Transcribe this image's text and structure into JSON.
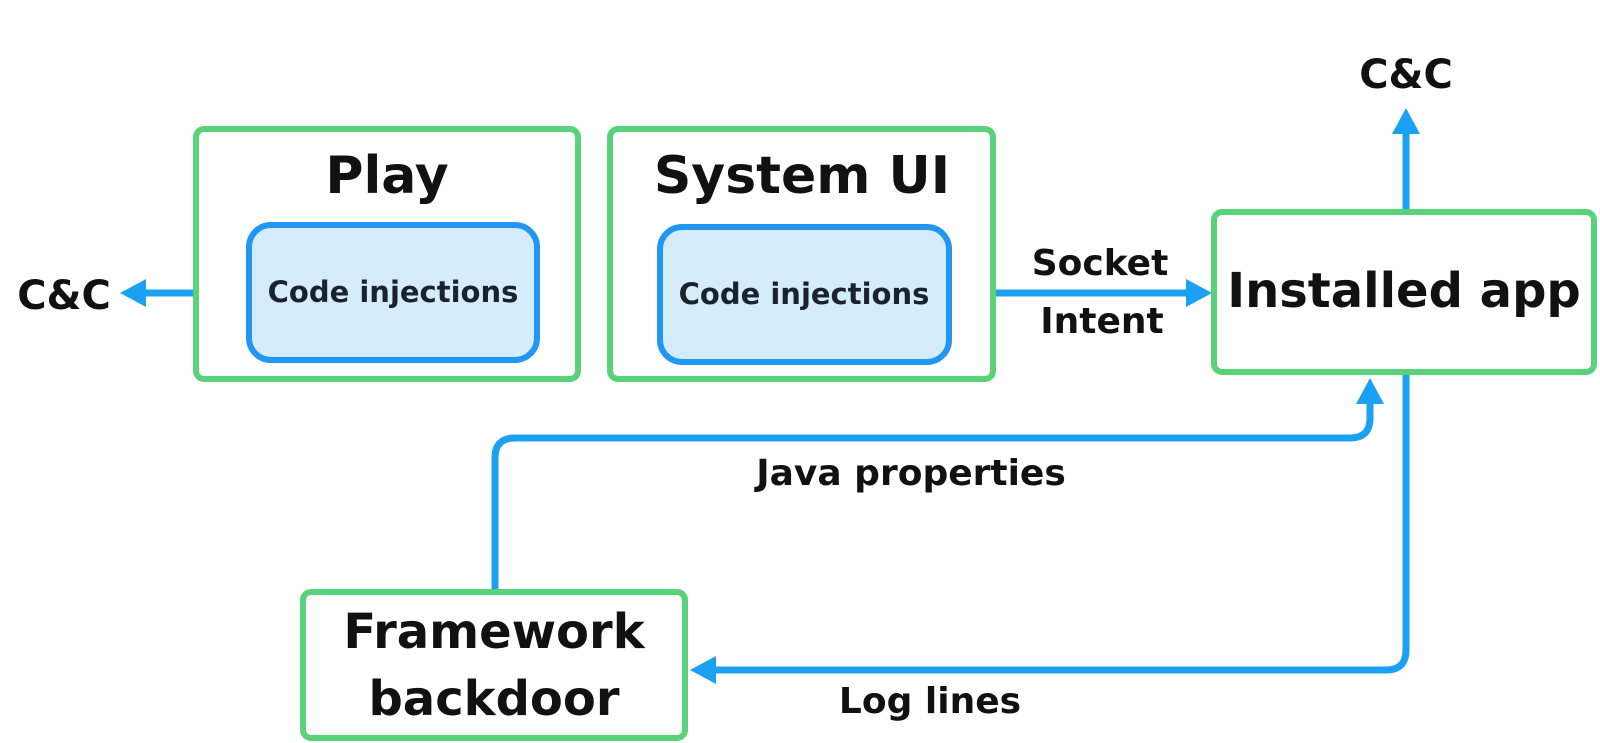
{
  "colors": {
    "box_border": "#5ad27a",
    "inner_fill": "#d4ecfb",
    "inner_border": "#2196f3",
    "arrow": "#1ba0f2",
    "text": "#111111"
  },
  "nodes": {
    "play": {
      "title": "Play",
      "inner": "Code injections"
    },
    "system_ui": {
      "title": "System UI",
      "inner": "Code injections"
    },
    "installed_app": {
      "title": "Installed app"
    },
    "framework_backdoor": {
      "title_line1": "Framework",
      "title_line2": "backdoor"
    }
  },
  "external": {
    "cc_left": "C&C",
    "cc_top": "C&C"
  },
  "edges": {
    "socket_intent": {
      "line1": "Socket",
      "line2": "Intent"
    },
    "java_properties": "Java properties",
    "log_lines": "Log lines"
  }
}
